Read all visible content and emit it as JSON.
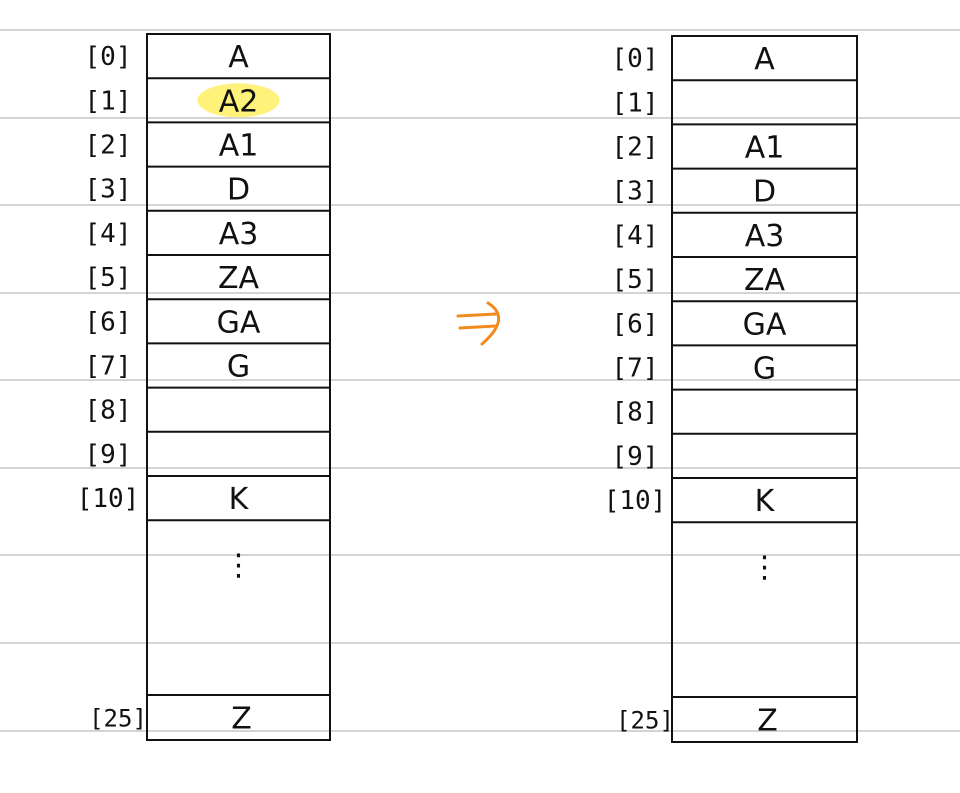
{
  "colors": {
    "ink": "#111111",
    "rule_line": "#d4d4d4",
    "highlight": "#fff27a",
    "arrow": "#f28a1f"
  },
  "arrow_icon": "double-arrow-right-icon",
  "tables": [
    {
      "id": "before",
      "rows": [
        {
          "index": "[0]",
          "value": "A"
        },
        {
          "index": "[1]",
          "value": "A2",
          "highlighted": true
        },
        {
          "index": "[2]",
          "value": "A1"
        },
        {
          "index": "[3]",
          "value": "D"
        },
        {
          "index": "[4]",
          "value": "A3"
        },
        {
          "index": "[5]",
          "value": "ZA"
        },
        {
          "index": "[6]",
          "value": "GA"
        },
        {
          "index": "[7]",
          "value": "G"
        },
        {
          "index": "[8]",
          "value": ""
        },
        {
          "index": "[9]",
          "value": ""
        },
        {
          "index": "[10]",
          "value": "K"
        }
      ],
      "ellipsis": "⋮",
      "last_row": {
        "index": "[25]",
        "value": "Z"
      }
    },
    {
      "id": "after",
      "rows": [
        {
          "index": "[0]",
          "value": "A"
        },
        {
          "index": "[1]",
          "value": ""
        },
        {
          "index": "[2]",
          "value": "A1"
        },
        {
          "index": "[3]",
          "value": "D"
        },
        {
          "index": "[4]",
          "value": "A3"
        },
        {
          "index": "[5]",
          "value": "ZA"
        },
        {
          "index": "[6]",
          "value": "GA"
        },
        {
          "index": "[7]",
          "value": "G"
        },
        {
          "index": "[8]",
          "value": ""
        },
        {
          "index": "[9]",
          "value": ""
        },
        {
          "index": "[10]",
          "value": "K"
        }
      ],
      "ellipsis": "⋮",
      "last_row": {
        "index": "[25]",
        "value": "Z"
      }
    }
  ]
}
